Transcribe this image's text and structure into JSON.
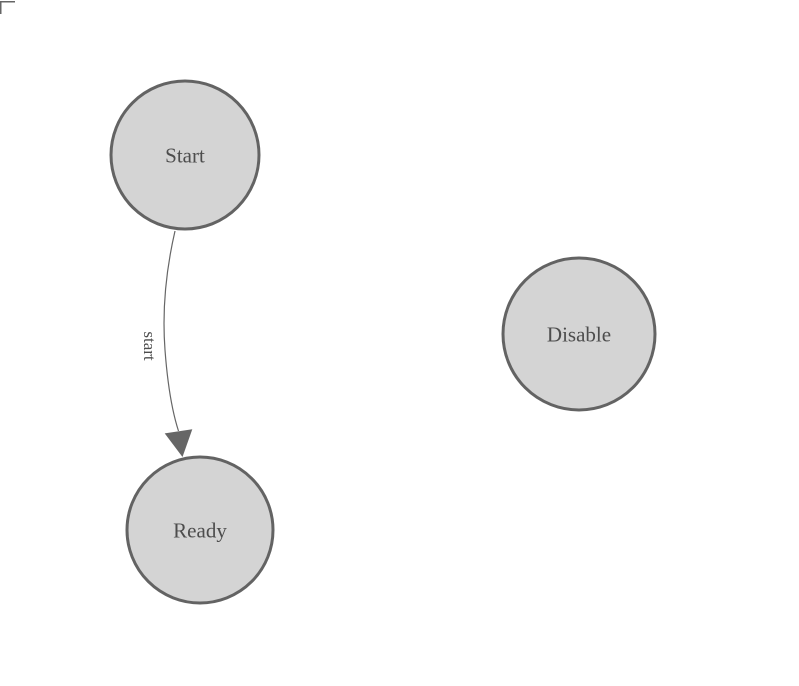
{
  "canvas": {
    "background": "#ffffff",
    "corner_marker": "top-left"
  },
  "colors": {
    "node_fill": "#d4d4d4",
    "node_stroke": "#636363",
    "node_text": "#4d4d4d",
    "edge_stroke": "#666666",
    "arrowhead_fill": "#666666"
  },
  "diagram": {
    "type": "state-diagram",
    "nodes": [
      {
        "id": "start",
        "label": "Start"
      },
      {
        "id": "ready",
        "label": "Ready"
      },
      {
        "id": "disable",
        "label": "Disable"
      }
    ],
    "edges": [
      {
        "from": "Start",
        "to": "Ready",
        "label": "start"
      }
    ]
  }
}
